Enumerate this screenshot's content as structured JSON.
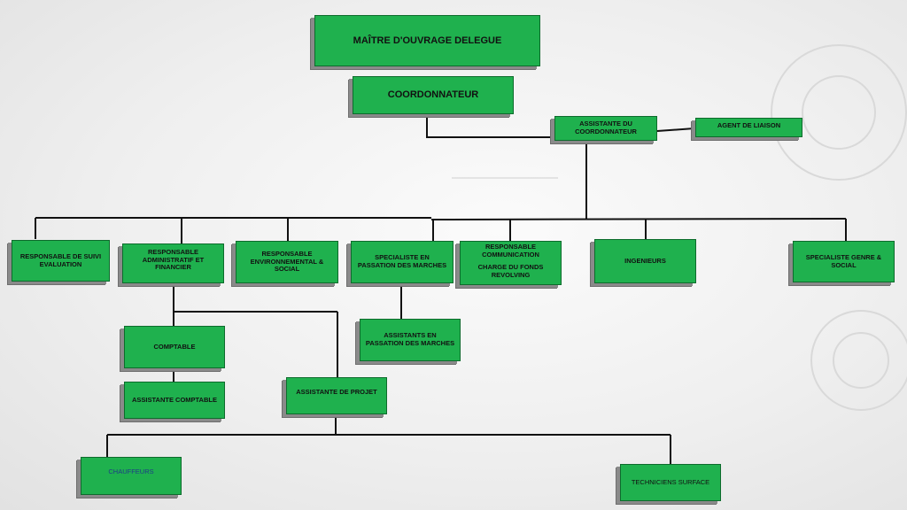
{
  "colors": {
    "box": "#1fb14e",
    "line": "#111111",
    "text": "#111111",
    "chauffeurs_text": "#1f3c88"
  },
  "org": {
    "mod": "MAÎTRE D'OUVRAGE DELEGUE",
    "coordonnateur": "COORDONNATEUR",
    "assistante_coord": "ASSISTANTE DU COORDONNATEUR",
    "agent_liaison": "AGENT DE LIAISON",
    "suivi_eval": "RESPONSABLE DE SUIVI EVALUATION",
    "raf": "RESPONSABLE ADMINISTRATIF ET FINANCIER",
    "env_social": "RESPONSABLE ENVIRONNEMENTAL & SOCIAL",
    "passation": "SPECIALISTE EN PASSATION DES MARCHES",
    "communication": "RESPONSABLE COMMUNICATION",
    "fonds_revolving": "CHARGE DU FONDS REVOLVING",
    "ingenieurs": "INGENIEURS",
    "genre_social": "SPECIALISTE GENRE & SOCIAL",
    "comptable": "COMPTABLE",
    "assistants_passation": "ASSISTANTS EN PASSATION DES MARCHES",
    "assistante_comptable": "ASSISTANTE COMPTABLE",
    "assistante_projet": "ASSISTANTE DE PROJET",
    "chauffeurs": "CHAUFFEURS",
    "techniciens": "TECHNICIENS SURFACE"
  }
}
